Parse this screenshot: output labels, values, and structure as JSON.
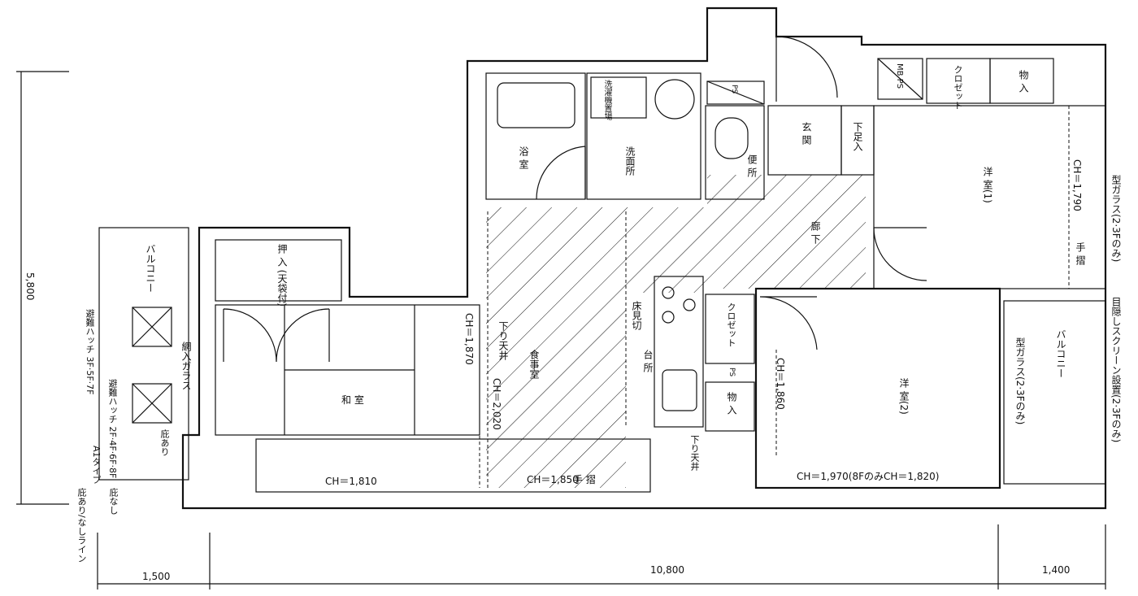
{
  "rooms": {
    "bath": "浴 室",
    "washroom": "洗面所",
    "washer": "洗濯機置場",
    "toilet": "便 所",
    "entrance": "玄 関",
    "shoebox": "下足入",
    "corridor": "廊 下",
    "western1": "洋 室(1)",
    "closet_a": "クロゼット",
    "storage_a": "物 入",
    "mbps": "MB PS",
    "oshiire": "押 入 (天袋付)",
    "washitsu": "和 室",
    "dining": "食事室",
    "kitchen": "台 所",
    "futon": "床見切",
    "closet_b": "クロゼット",
    "storage_b": "物 入",
    "western2": "洋 室(2)",
    "balcony_left": "バルコニー",
    "balcony_right": "バルコニー",
    "ps": "PS",
    "ps2": "PS"
  },
  "annotations": {
    "ch_1790": "CH＝1,790",
    "ch_1870": "CH＝1,870",
    "ch_2020": "CH＝2,020",
    "ch_1860": "CH＝1,860",
    "ch_1810": "CH＝1,810",
    "ch_1850": "CH＝1,850",
    "ch_1970": "CH＝1,970(8FのみCH＝1,820)",
    "sagari1": "下り天井",
    "sagari2": "下り天井",
    "tesuri1": "手 摺",
    "tesuri2": "手 摺",
    "katagarasu_top": "型ガラス(2·3Fのみ)",
    "katagarasu_mid": "型ガラス(2·3Fのみ)",
    "mekakushi": "目隠しスクリーン設置(2·3Fのみ)",
    "amiiri": "網入ガラス",
    "hatch1": "避難ハッチ 3F·5F·7F",
    "hatch2": "避難ハッチ 2F·4F·6F·8F",
    "hisashi_ari": "庇あり",
    "a1type": "A1タイプ",
    "hisashi_nashi": "庇なし",
    "hisashi_line": "庇あり/なしライン"
  },
  "dimensions": {
    "height": "5,800",
    "left": "1,500",
    "center": "10,800",
    "right": "1,400"
  }
}
